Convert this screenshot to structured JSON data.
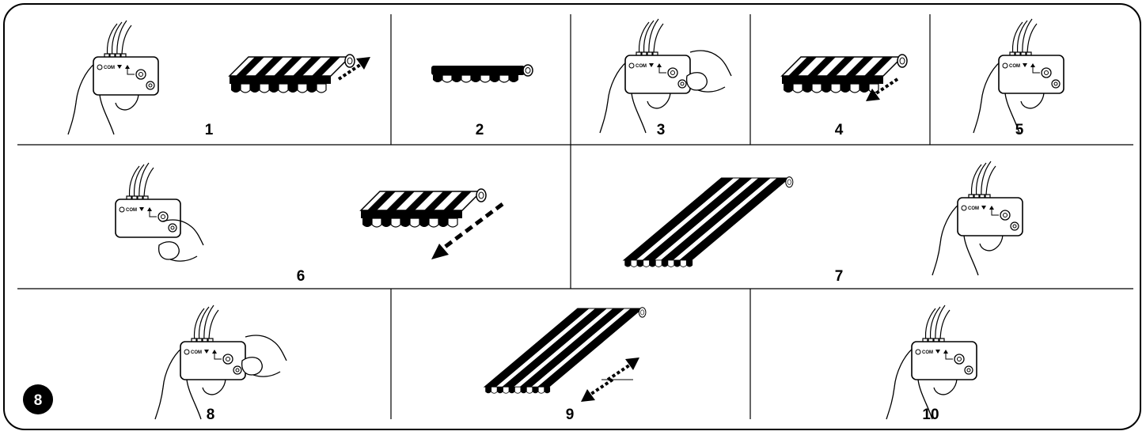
{
  "figure": {
    "number": "8",
    "panels": [
      {
        "id": "1",
        "label": "1"
      },
      {
        "id": "2",
        "label": "2"
      },
      {
        "id": "3",
        "label": "3"
      },
      {
        "id": "4",
        "label": "4"
      },
      {
        "id": "5",
        "label": "5"
      },
      {
        "id": "6",
        "label": "6"
      },
      {
        "id": "7",
        "label": "7"
      },
      {
        "id": "8",
        "label": "8"
      },
      {
        "id": "9",
        "label": "9"
      },
      {
        "id": "10",
        "label": "10"
      }
    ],
    "device": {
      "com_label": "COM",
      "down_symbol": "▼",
      "up_symbol": "▲"
    }
  }
}
